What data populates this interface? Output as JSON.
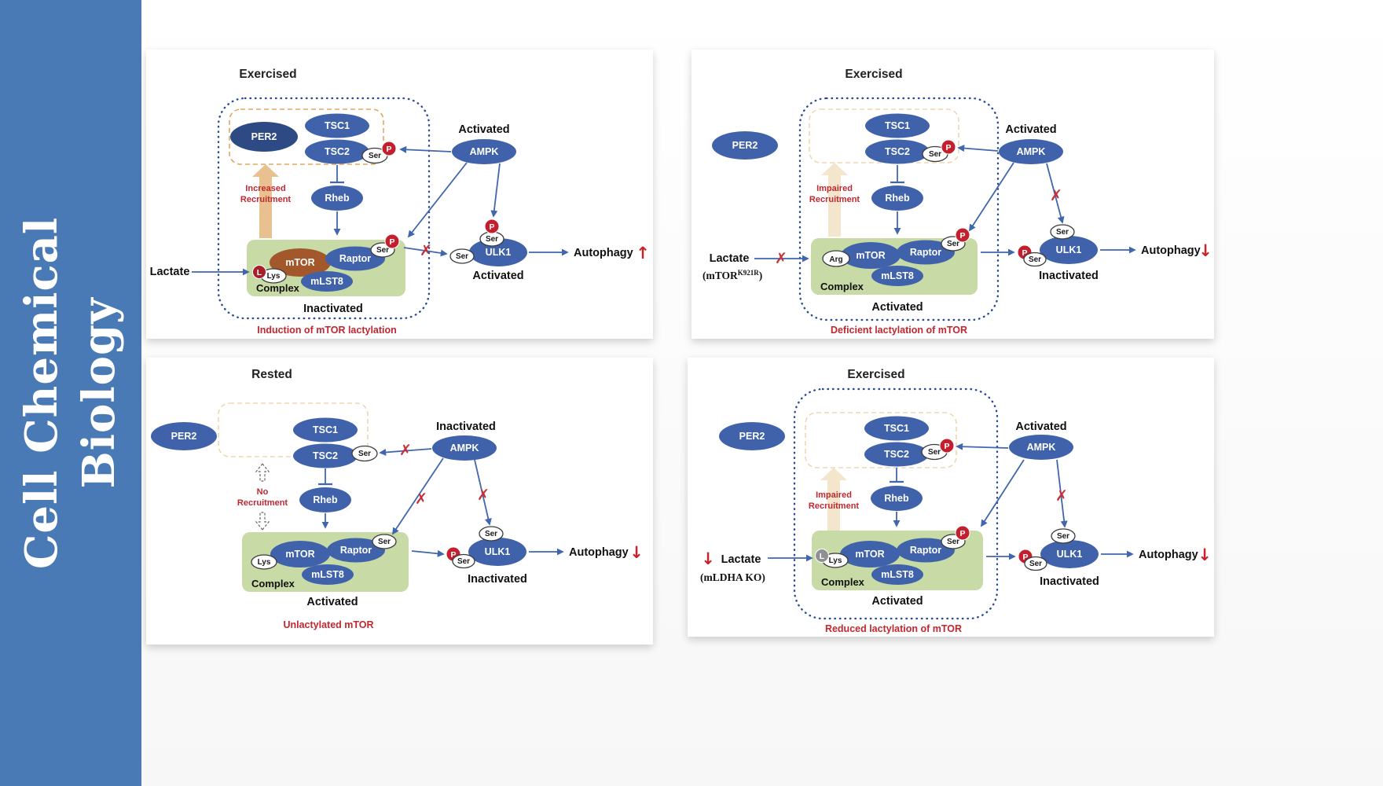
{
  "journal": {
    "line1": "Cell Chemical",
    "line2": "Biology"
  },
  "icons": {
    "blocked_x": "✗",
    "up_arrow": "↑",
    "down_arrow": "↓"
  },
  "colors": {
    "sidebar_blue": "#4a7ab5",
    "protein_blue": "#3f62ab",
    "per2_dark_blue": "#2e4a84",
    "mtor_lactylated_brown": "#a2582b",
    "complex_green": "#c8daa5",
    "phospho_red": "#c3202f",
    "annotation_red": "#c22730",
    "arrow_blue": "#4066ad",
    "recruitment_tan": "#e9c191"
  },
  "panels": [
    {
      "title": "Exercised",
      "caption": "Induction of mTOR lactylation",
      "nodes": {
        "per2": "PER2",
        "tsc1": "TSC1",
        "tsc2": "TSC2",
        "ampk": "AMPK",
        "rheb": "Rheb",
        "mtor": "mTOR",
        "raptor": "Raptor",
        "mlst8": "mLST8",
        "ulk1": "ULK1",
        "ser": "Ser",
        "lys": "Lys",
        "p": "P",
        "l": "L"
      },
      "labels": {
        "ampk_state": "Activated",
        "recruitment_line1": "Increased",
        "recruitment_line2": "Recruitment",
        "lactate": "Lactate",
        "complex": "Complex",
        "complex_state": "Inactivated",
        "ulk1_state": "Activated",
        "autophagy": "Autophagy",
        "autophagy_direction": "↑"
      }
    },
    {
      "title": "Exercised",
      "caption": "Deficient lactylation of mTOR",
      "nodes": {
        "per2": "PER2",
        "tsc1": "TSC1",
        "tsc2": "TSC2",
        "ampk": "AMPK",
        "rheb": "Rheb",
        "mtor": "mTOR",
        "raptor": "Raptor",
        "mlst8": "mLST8",
        "ulk1": "ULK1",
        "ser": "Ser",
        "arg": "Arg",
        "p": "P"
      },
      "labels": {
        "ampk_state": "Activated",
        "recruitment_line1": "Impaired",
        "recruitment_line2": "Recruitment",
        "lactate": "Lactate",
        "lactate_variant_pre": "(mTOR",
        "lactate_variant_sup": "K921R",
        "lactate_variant_post": ")",
        "complex": "Complex",
        "complex_state": "Activated",
        "ulk1_state": "Inactivated",
        "autophagy": "Autophagy",
        "autophagy_direction": "↓"
      }
    },
    {
      "title": "Rested",
      "caption": "Unlactylated mTOR",
      "nodes": {
        "per2": "PER2",
        "tsc1": "TSC1",
        "tsc2": "TSC2",
        "ampk": "AMPK",
        "rheb": "Rheb",
        "mtor": "mTOR",
        "raptor": "Raptor",
        "mlst8": "mLST8",
        "ulk1": "ULK1",
        "ser": "Ser",
        "lys": "Lys",
        "p": "P"
      },
      "labels": {
        "ampk_state": "Inactivated",
        "recruitment_line1": "No",
        "recruitment_line2": "Recruitment",
        "complex": "Complex",
        "complex_state": "Activated",
        "ulk1_state": "Inactivated",
        "autophagy": "Autophagy",
        "autophagy_direction": "↓"
      }
    },
    {
      "title": "Exercised",
      "caption": "Reduced lactylation of mTOR",
      "nodes": {
        "per2": "PER2",
        "tsc1": "TSC1",
        "tsc2": "TSC2",
        "ampk": "AMPK",
        "rheb": "Rheb",
        "mtor": "mTOR",
        "raptor": "Raptor",
        "mlst8": "mLST8",
        "ulk1": "ULK1",
        "ser": "Ser",
        "lys": "Lys",
        "p": "P",
        "l": "L"
      },
      "labels": {
        "ampk_state": "Activated",
        "recruitment_line1": "Impaired",
        "recruitment_line2": "Recruitment",
        "lactate_prefix": "↓",
        "lactate": "Lactate",
        "lactate_variant": "(mLDHA KO)",
        "complex": "Complex",
        "complex_state": "Activated",
        "ulk1_state": "Inactivated",
        "autophagy": "Autophagy",
        "autophagy_direction": "↓"
      }
    }
  ]
}
